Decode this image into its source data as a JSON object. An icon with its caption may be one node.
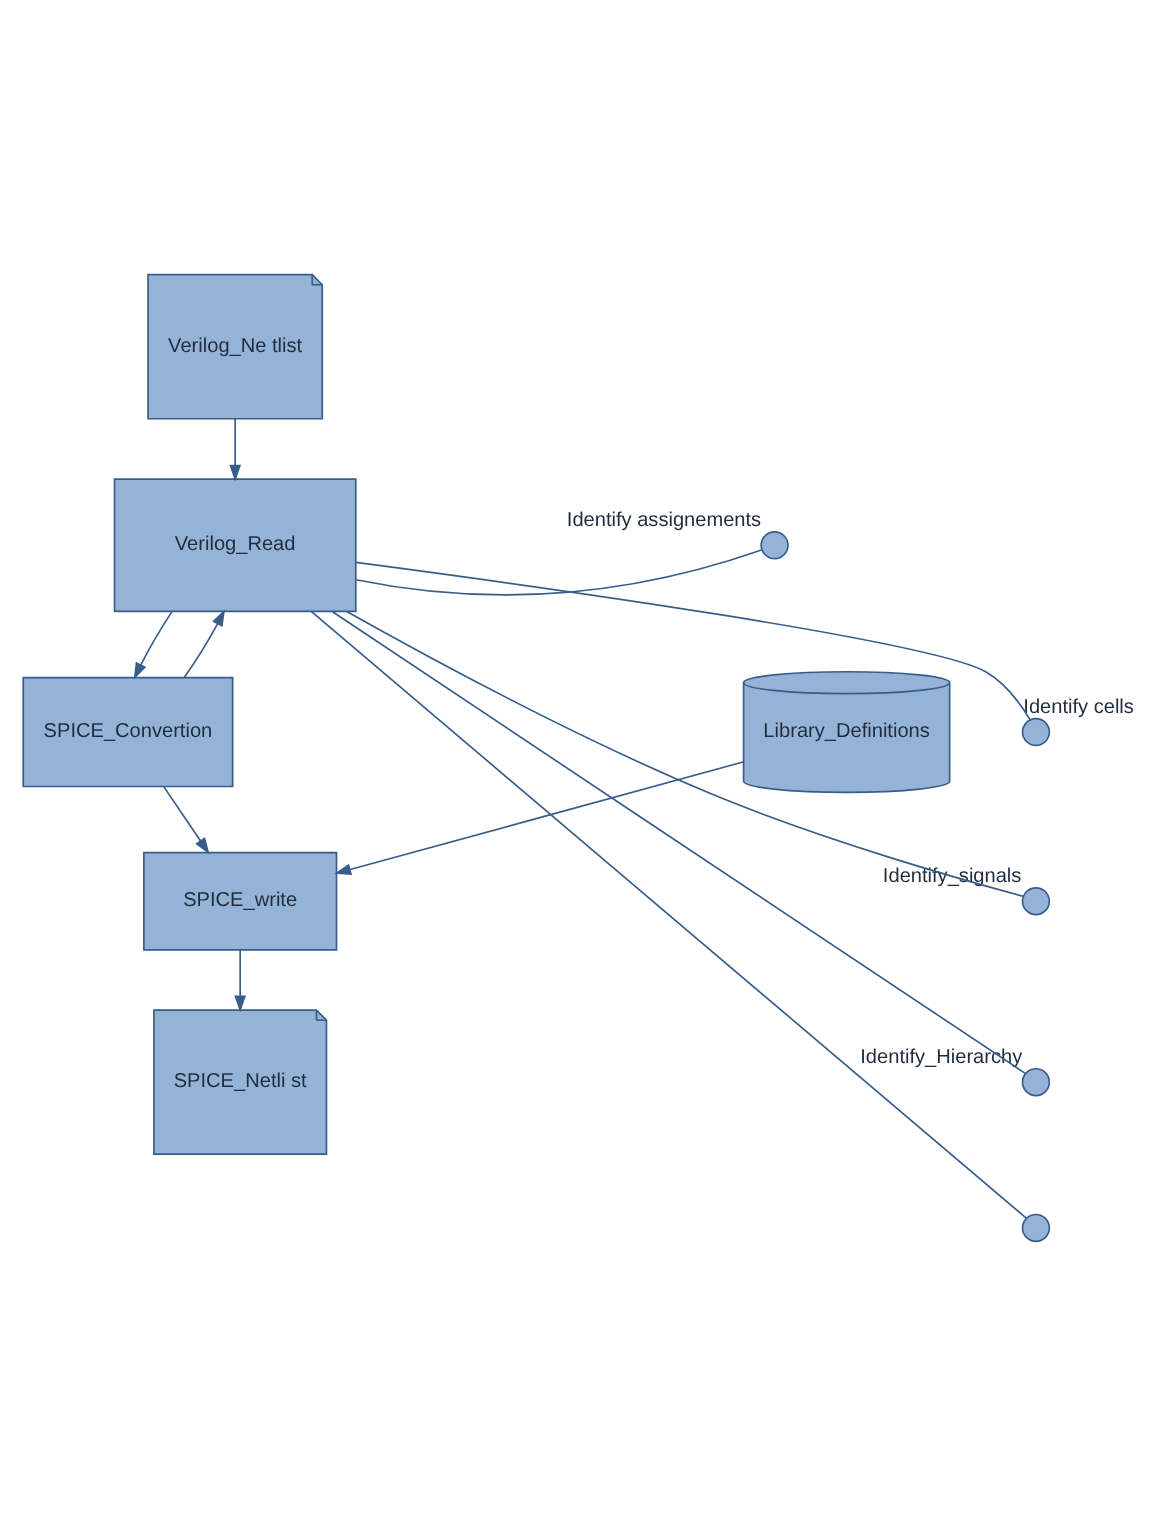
{
  "diagram": {
    "nodes": [
      {
        "text": [
          "Verilog_Ne tlist"
        ]
      },
      {
        "text": [
          "Verilog_Read"
        ]
      },
      {
        "text": [],
        "shape": "circle",
        "beside": [
          "Identify assignements"
        ]
      },
      {
        "text": [],
        "shape": "circle",
        "beside": [
          "Identify cells"
        ]
      },
      {
        "text": [],
        "shape": "circle",
        "beside": [
          "Identify_signals"
        ]
      },
      {
        "text": [],
        "shape": "circle",
        "beside": [
          "Identify_Hierarchy"
        ]
      },
      {
        "text": [],
        "shape": "circle"
      },
      {
        "text": [
          "SPICE_Convertion"
        ]
      },
      {
        "text": [
          "Library_Definitions"
        ]
      },
      {
        "text": [
          "SPICE_write"
        ]
      },
      {
        "text": [
          "SPICE_Netli st"
        ]
      }
    ],
    "edges": [
      {
        "from": 0,
        "to": 1,
        "arrow": "to"
      },
      {
        "from": 1,
        "to": 2,
        "arrow": "none"
      },
      {
        "from": 1,
        "to": 3,
        "arrow": "none"
      },
      {
        "from": 1,
        "to": 4,
        "arrow": "none"
      },
      {
        "from": 1,
        "to": 5,
        "arrow": "none"
      },
      {
        "from": 1,
        "to": 6,
        "arrow": "none"
      },
      {
        "from": 1,
        "to": 7,
        "arrow": "to"
      },
      {
        "from": 7,
        "to": 1,
        "arrow": "to"
      },
      {
        "from": 7,
        "to": 9,
        "arrow": "to"
      },
      {
        "from": 8,
        "to": 9,
        "arrow": "to"
      },
      {
        "from": 9,
        "to": 10,
        "arrow": "to"
      }
    ]
  }
}
